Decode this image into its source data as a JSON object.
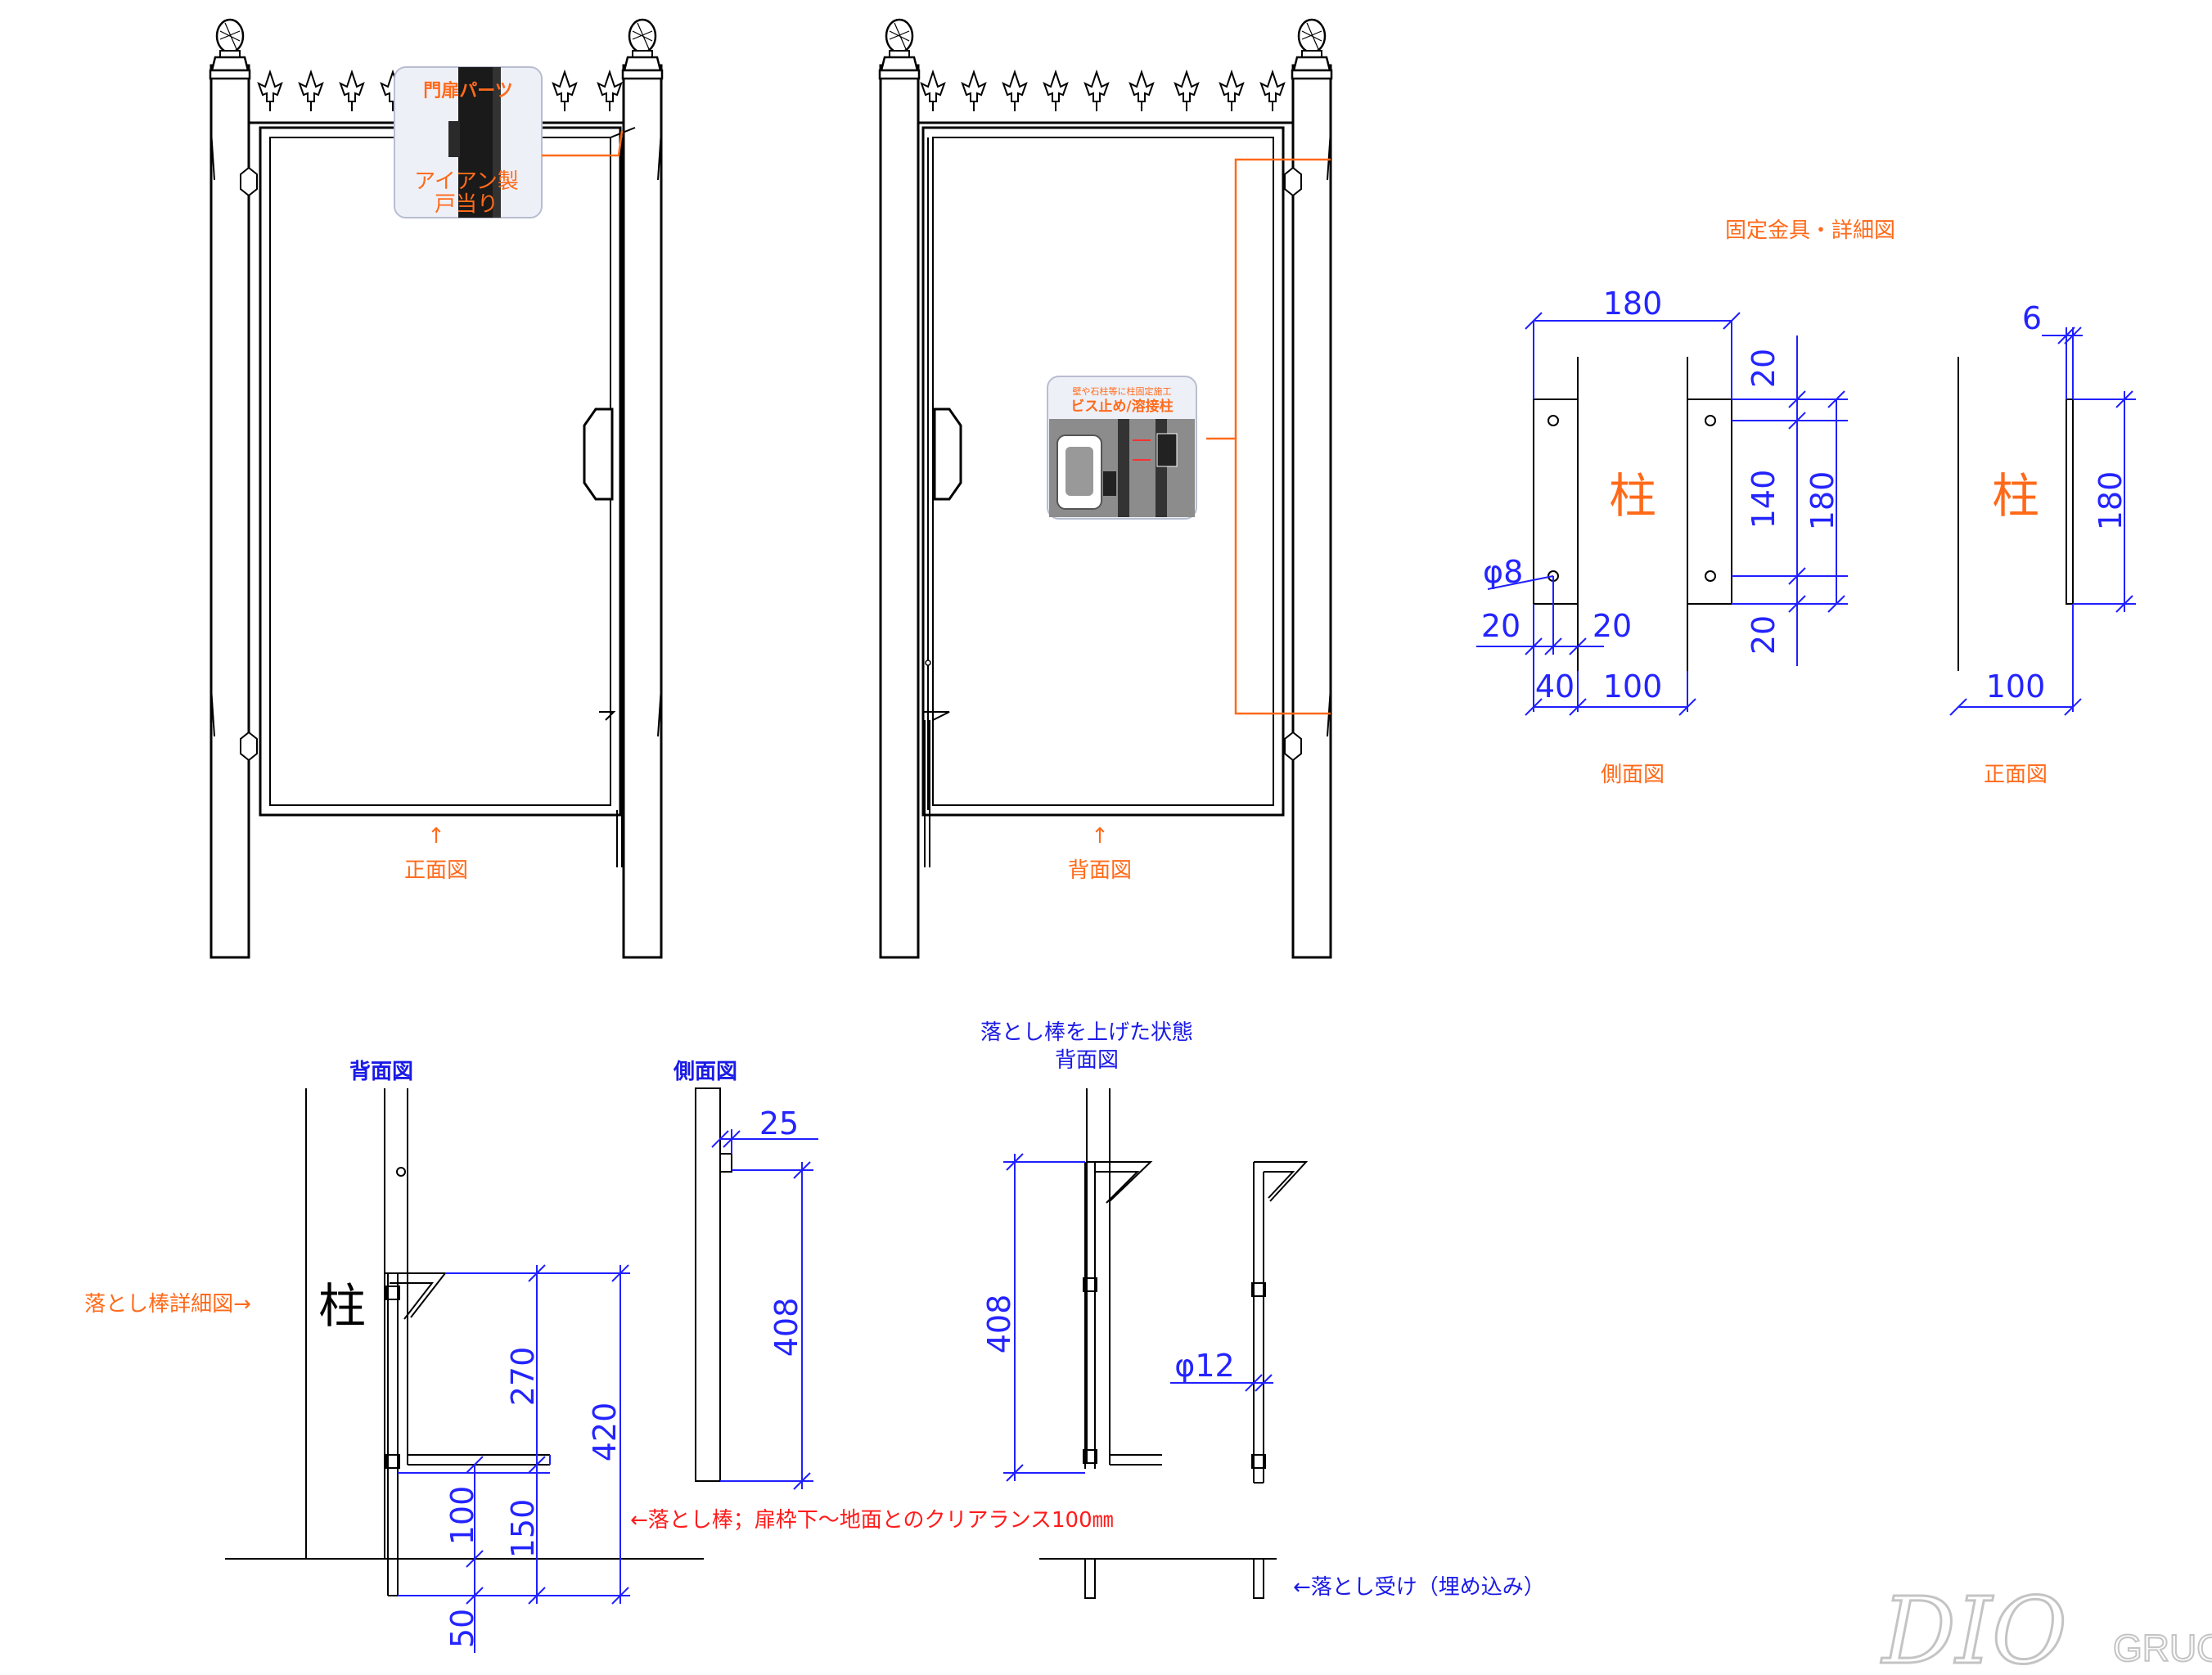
{
  "gate_front": {
    "label": "正面図",
    "arrow": "↑",
    "callout_parts": "門扉パーツ",
    "callout_stop": "アイアン製",
    "callout_stop2": "戸当り"
  },
  "gate_back": {
    "label": "背面図",
    "arrow": "↑",
    "callout_small": "壁や石柱等に柱固定施工",
    "callout_title": "ビス止め/溶接柱"
  },
  "bracket": {
    "title": "固定金具・詳細図",
    "side_label": "側面図",
    "front_label": "正面図",
    "post_char": "柱",
    "dims_side": {
      "width": "180",
      "top_gap": "20",
      "mid": "140",
      "total": "180",
      "bottom_gap": "20",
      "hole": "φ8",
      "left20": "20",
      "right20": "20",
      "d40": "40",
      "d100": "100"
    },
    "dims_front": {
      "thickness": "6",
      "height": "180",
      "width": "100"
    }
  },
  "drop_rod": {
    "detail_label": "落とし棒詳細図→",
    "back_label": "背面図",
    "side_label": "側面図",
    "raised_label": "落とし棒を上げた状態",
    "raised_sub": "背面図",
    "post_char": "柱",
    "dims": {
      "d270": "270",
      "d420": "420",
      "d100": "100",
      "d150": "150",
      "d50": "50",
      "d25": "25",
      "d408_side": "408",
      "d408_raised": "408",
      "dia": "φ12"
    },
    "clearance_note": "←落とし棒；扉枠下～地面とのクリアランス100㎜",
    "receiver_note": "←落とし受け（埋め込み）"
  },
  "logo": {
    "script": "DIO",
    "word": "GRUOP"
  },
  "colors": {
    "dimension": "#2020ff",
    "orange": "#ff6a1a",
    "red": "#ff1a1a",
    "blue_text": "#1a1ae6"
  }
}
